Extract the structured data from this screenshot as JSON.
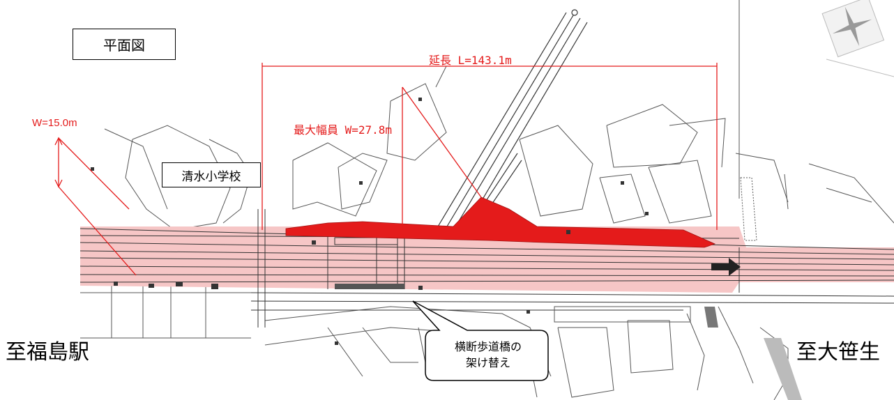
{
  "title": "平面図",
  "school_label": "清水小学校",
  "direction_left": "至福島駅",
  "direction_right": "至大笹生",
  "width_left": "W=15.0m",
  "length_label": "延長 L=143.1m",
  "max_width_label": "最大幅員 W=27.8m",
  "callout": "横断歩道橋の\n架け替え",
  "colors": {
    "road_band": "#f6c6c6",
    "widening_area": "#e41b1b",
    "dimension": "#e41b1b",
    "linework": "#333333"
  },
  "icons": [
    "north-arrow-icon",
    "direction-arrow-icon"
  ]
}
